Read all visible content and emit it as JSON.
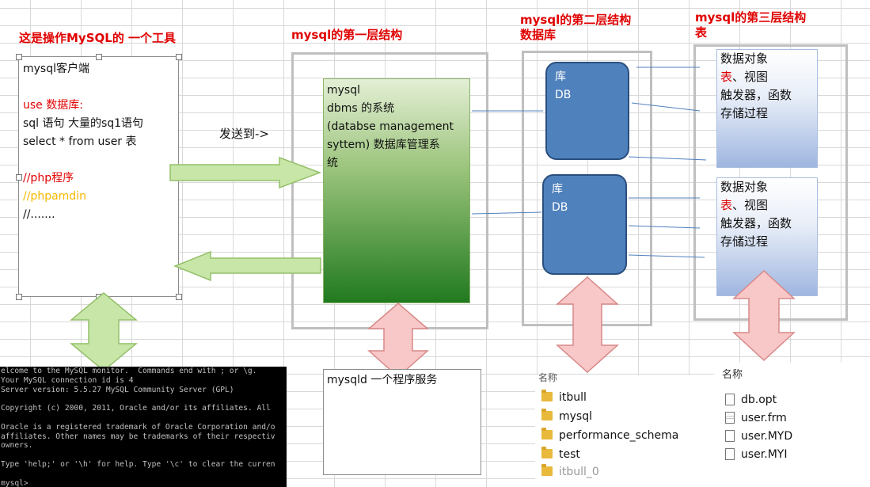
{
  "headers": {
    "tool": "这是操作MySQL的 一个工具",
    "layer1": "mysql的第一层结构",
    "layer2_line1": "mysql的第二层结构",
    "layer2_line2": "数据库",
    "layer3_line1": "mysql的第三层结构",
    "layer3_line2": "表"
  },
  "client_box": {
    "lines": [
      {
        "text": "mysql客户端",
        "color": "#111111"
      },
      {
        "text": "",
        "color": "#111111"
      },
      {
        "text": "use 数据库:",
        "color": "#e00000"
      },
      {
        "text": "sql 语句  大量的sq1语句",
        "color": "#111111"
      },
      {
        "text": "select * from user 表",
        "color": "#111111"
      },
      {
        "text": "",
        "color": "#111111"
      },
      {
        "text": "//php程序",
        "color": "#e00000"
      },
      {
        "text": "//phpamdin",
        "color": "#f5b800"
      },
      {
        "text": "//.......",
        "color": "#111111"
      }
    ]
  },
  "send_label": "发送到->",
  "dbms_box": {
    "lines": [
      "mysql",
      "dbms 的系统",
      "(databse management",
      "syttem) 数据库管理系",
      "统"
    ]
  },
  "db_boxes": [
    {
      "line1": "库",
      "line2": "DB"
    },
    {
      "line1": "库",
      "line2": "DB"
    }
  ],
  "object_boxes": [
    {
      "line1": "数据对象",
      "tables": "表",
      "rest": "、视图",
      "line3": "触发器，函数",
      "line4": "存储过程"
    },
    {
      "line1": "数据对象",
      "tables": "表",
      "rest": "、视图",
      "line3": "触发器，函数",
      "line4": "存储过程"
    }
  ],
  "terminal": {
    "lines": [
      "elcome to the MySQL monitor.  Commands end with ; or \\g.",
      "Your MySQL connection id is 4",
      "Server version: 5.5.27 MySQL Community Server (GPL)",
      "",
      "Copyright (c) 2000, 2011, Oracle and/or its affiliates. All",
      "",
      "Oracle is a registered trademark of Oracle Corporation and/o",
      "affiliates. Other names may be trademarks of their respectiv",
      "owners.",
      "",
      "Type 'help;' or '\\h' for help. Type '\\c' to clear the curren",
      "",
      "mysql>"
    ]
  },
  "mysqld_label": "mysqld 一个程序服务",
  "folder_list": {
    "header": "名称",
    "items": [
      "itbull",
      "mysql",
      "performance_schema",
      "test",
      "itbull_0"
    ]
  },
  "file_list": {
    "header": "名称",
    "items": [
      {
        "name": "db.opt",
        "icon": "file-icon"
      },
      {
        "name": "user.frm",
        "icon": "document-icon"
      },
      {
        "name": "user.MYD",
        "icon": "file-icon"
      },
      {
        "name": "user.MYI",
        "icon": "file-icon"
      }
    ]
  },
  "colors": {
    "header_red": "#e00000",
    "db_blue": "#4f81bd",
    "arrow_green": "#b7dd8f",
    "arrow_red": "#f4b8b8"
  }
}
